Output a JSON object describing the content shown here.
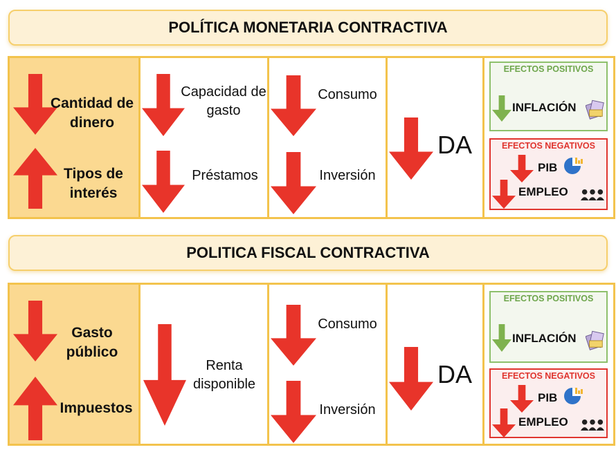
{
  "colors": {
    "arrow_red": "#e8342a",
    "arrow_green": "#7fb24f",
    "panel_border": "#f3c34d",
    "first_cell_bg": "#fbd991",
    "banner_bg": "#fdf1d6",
    "positive": "#6ea64c",
    "negative": "#e0352f"
  },
  "monetary": {
    "title": "POLÍTICA MONETARIA CONTRACTIVA",
    "col1": {
      "label_a": "Cantidad de dinero",
      "label_b": "Tipos de interés"
    },
    "col2": {
      "label_a": "Capacidad de gasto",
      "label_b": "Préstamos"
    },
    "col3": {
      "label_a": "Consumo",
      "label_b": "Inversión"
    },
    "col4": {
      "label": "DA"
    },
    "effects": {
      "positive_title": "EFECTOS POSITIVOS",
      "inflation": "INFLACIÓN",
      "negative_title": "EFECTOS NEGATIVOS",
      "pib": "PIB",
      "employment": "EMPLEO",
      "icons": [
        "money-icon",
        "pie-chart-icon",
        "people-icon"
      ]
    }
  },
  "fiscal": {
    "title": "POLITICA FISCAL CONTRACTIVA",
    "col1": {
      "label_a": "Gasto público",
      "label_b": "Impuestos"
    },
    "col2": {
      "label": "Renta disponible"
    },
    "col3": {
      "label_a": "Consumo",
      "label_b": "Inversión"
    },
    "col4": {
      "label": "DA"
    },
    "effects": {
      "positive_title": "EFECTOS POSITIVOS",
      "inflation": "INFLACIÓN",
      "negative_title": "EFECTOS NEGATIVOS",
      "pib": "PIB",
      "employment": "EMPLEO",
      "icons": [
        "money-icon",
        "pie-chart-icon",
        "people-icon"
      ]
    }
  }
}
